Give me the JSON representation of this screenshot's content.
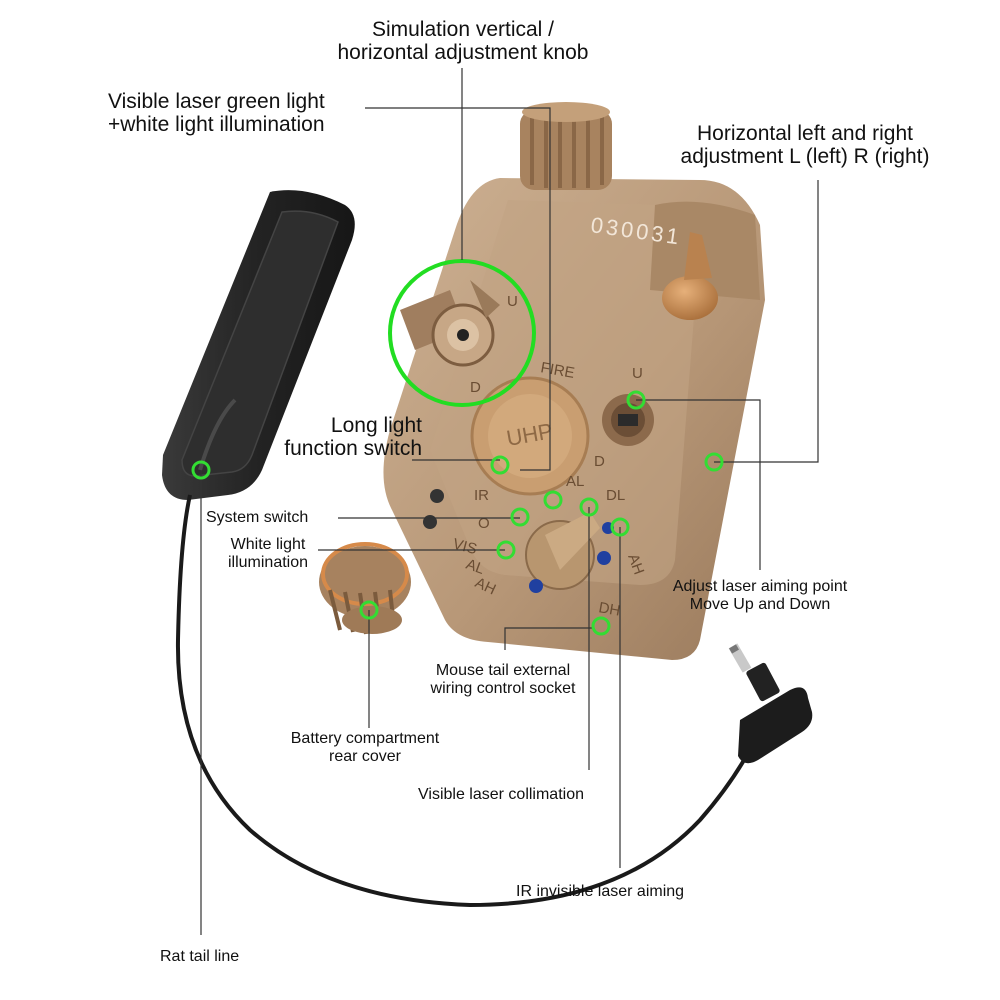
{
  "device": {
    "serial": "030031",
    "markings": {
      "uhp": "UHP",
      "fire": "FIRE",
      "u_left": "U",
      "d_left": "D",
      "u_right": "U",
      "d_right": "D",
      "ir": "IR",
      "o": "O",
      "vis": "VIS",
      "al": "AL",
      "ah": "AH",
      "al2": "AL",
      "dl": "DL",
      "ah2": "AH",
      "dh": "DH"
    }
  },
  "callouts": {
    "sim_knob": {
      "line1": "Simulation vertical /",
      "line2": "horizontal adjustment knob"
    },
    "visible_laser": {
      "line1": "Visible laser green light",
      "line2": "+white light illumination"
    },
    "horizontal_adj": {
      "line1": "Horizontal left and right",
      "line2": "adjustment L (left) R (right)"
    },
    "long_light": {
      "line1": "Long light",
      "line2": "function switch"
    },
    "system_switch": {
      "line1": "System switch"
    },
    "white_light": {
      "line1": "White light",
      "line2": "illumination"
    },
    "adjust_aim": {
      "line1": "Adjust laser aiming point",
      "line2": "Move Up and Down"
    },
    "mouse_tail": {
      "line1": "Mouse tail external",
      "line2": "wiring control socket"
    },
    "battery": {
      "line1": "Battery compartment",
      "line2": "rear cover"
    },
    "visible_collimation": {
      "line1": "Visible laser collimation"
    },
    "ir_aiming": {
      "line1": "IR invisible laser aiming"
    },
    "rat_tail": {
      "line1": "Rat tail line"
    }
  },
  "colors": {
    "body": "#b89878",
    "body_dark": "#9c7c5e",
    "body_light": "#cfb498",
    "highlight_ring": "#22dd22",
    "marker": "#33dd33",
    "pad": "#2a2a2a",
    "cable": "#1a1a1a",
    "screw": "#2040a0"
  }
}
